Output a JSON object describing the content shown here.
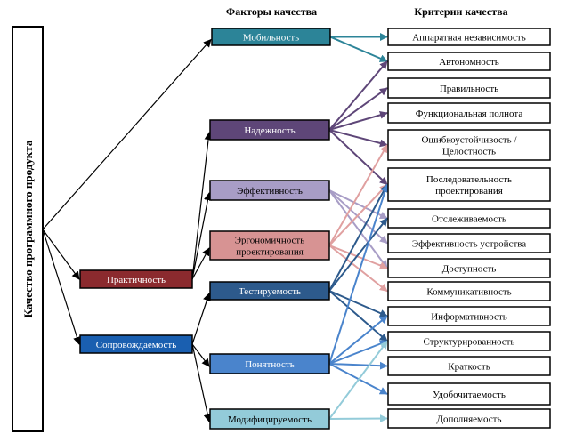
{
  "headers": {
    "factors": "Факторы качества",
    "criteria": "Критерии качества"
  },
  "root": {
    "label": "Качество программного продукта"
  },
  "groups": [
    {
      "id": "practicality",
      "label": "Практичность",
      "color": "#8b2a2e",
      "text_color": "#ffffff"
    },
    {
      "id": "maintainability",
      "label": "Сопровождаемость",
      "color": "#1a5fb0",
      "text_color": "#ffffff"
    }
  ],
  "factors": [
    {
      "id": "mobility",
      "label": "Мобильность",
      "color": "#2c8498",
      "arrow": "#2c8498",
      "text_color": "#ffffff"
    },
    {
      "id": "reliability",
      "label": "Надежность",
      "color": "#5e4678",
      "arrow": "#5e4678",
      "text_color": "#ffffff"
    },
    {
      "id": "efficiency",
      "label": "Эффективность",
      "color": "#a89dc6",
      "arrow": "#a89dc6",
      "text_color": "#000000"
    },
    {
      "id": "ergonomics",
      "label": "Эргономичность проектирования",
      "color": "#d79393",
      "arrow": "#e0a0a0",
      "text_color": "#000000"
    },
    {
      "id": "testability",
      "label": "Тестируемость",
      "color": "#2d5a8c",
      "arrow": "#2d5a8c",
      "text_color": "#ffffff"
    },
    {
      "id": "understandability",
      "label": "Понятность",
      "color": "#4a84cc",
      "arrow": "#4a84cc",
      "text_color": "#ffffff"
    },
    {
      "id": "modifiability",
      "label": "Модифицируемость",
      "color": "#93cbd9",
      "arrow": "#93cbd9",
      "text_color": "#000000"
    }
  ],
  "criteria": [
    {
      "id": "c1",
      "label": "Аппаратная независимость"
    },
    {
      "id": "c2",
      "label": "Автономность"
    },
    {
      "id": "c3",
      "label": "Правильность"
    },
    {
      "id": "c4",
      "label": "Функциональная полнота"
    },
    {
      "id": "c5",
      "label": "Ошибкоустойчивость / Целостность"
    },
    {
      "id": "c6",
      "label": "Последовательность проектирования"
    },
    {
      "id": "c7",
      "label": "Отслеживаемость"
    },
    {
      "id": "c8",
      "label": "Эффективность устройства"
    },
    {
      "id": "c9",
      "label": "Доступность"
    },
    {
      "id": "c10",
      "label": "Коммуникативность"
    },
    {
      "id": "c11",
      "label": "Информативность"
    },
    {
      "id": "c12",
      "label": "Структурированность"
    },
    {
      "id": "c13",
      "label": "Краткость"
    },
    {
      "id": "c14",
      "label": "Удобочитаемость"
    },
    {
      "id": "c15",
      "label": "Дополняемость"
    }
  ],
  "edges": {
    "root_to_groups": [
      "practicality",
      "maintainability"
    ],
    "root_to_factors": [
      "mobility"
    ],
    "practicality_to_factors": [
      "reliability",
      "efficiency",
      "ergonomics"
    ],
    "maintainability_to_factors": [
      "testability",
      "understandability",
      "modifiability"
    ],
    "factor_to_criteria": [
      {
        "from": "mobility",
        "to": [
          "c1",
          "c2"
        ]
      },
      {
        "from": "reliability",
        "to": [
          "c2",
          "c3",
          "c4",
          "c5",
          "c6"
        ]
      },
      {
        "from": "efficiency",
        "to": [
          "c7",
          "c8",
          "c9"
        ]
      },
      {
        "from": "ergonomics",
        "to": [
          "c5",
          "c6",
          "c9",
          "c10"
        ]
      },
      {
        "from": "testability",
        "to": [
          "c6",
          "c7",
          "c11",
          "c12"
        ]
      },
      {
        "from": "understandability",
        "to": [
          "c6",
          "c11",
          "c12",
          "c13",
          "c14"
        ]
      },
      {
        "from": "modifiability",
        "to": [
          "c12",
          "c15"
        ]
      }
    ]
  }
}
